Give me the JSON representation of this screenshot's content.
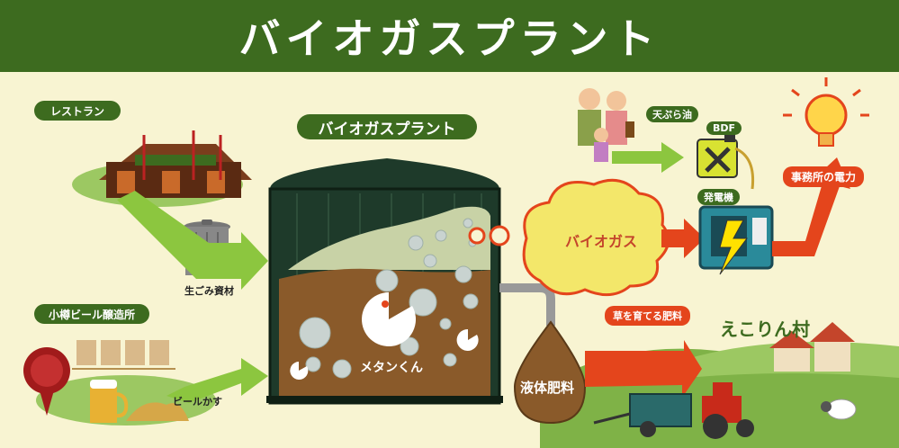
{
  "title": "バイオガスプラント",
  "sources": {
    "restaurant": "レストラン",
    "brewery": "小樽ビール醸造所",
    "food_waste": "生ごみ資材",
    "beer_lees": "ビールかす"
  },
  "plant": {
    "label": "バイオガスプラント",
    "mascot": "メタンくん"
  },
  "outputs": {
    "biogas": "バイオガス",
    "liquid_fertilizer": "液体肥料",
    "tempura_oil": "天ぷら油",
    "bdf": "BDF",
    "generator": "発電機",
    "office_power": "事務所の電力",
    "grow_grass": "草を育てる肥料",
    "village": "えこりん村"
  },
  "colors": {
    "header_green": "#3d6b1f",
    "arrow_green": "#8cc63f",
    "arrow_orange": "#e4451c",
    "gas_yellow": "#f3e76a",
    "sludge_brown": "#8a5a2a",
    "tank_dark": "#1e3a2a",
    "background": "#f8f4d2"
  }
}
